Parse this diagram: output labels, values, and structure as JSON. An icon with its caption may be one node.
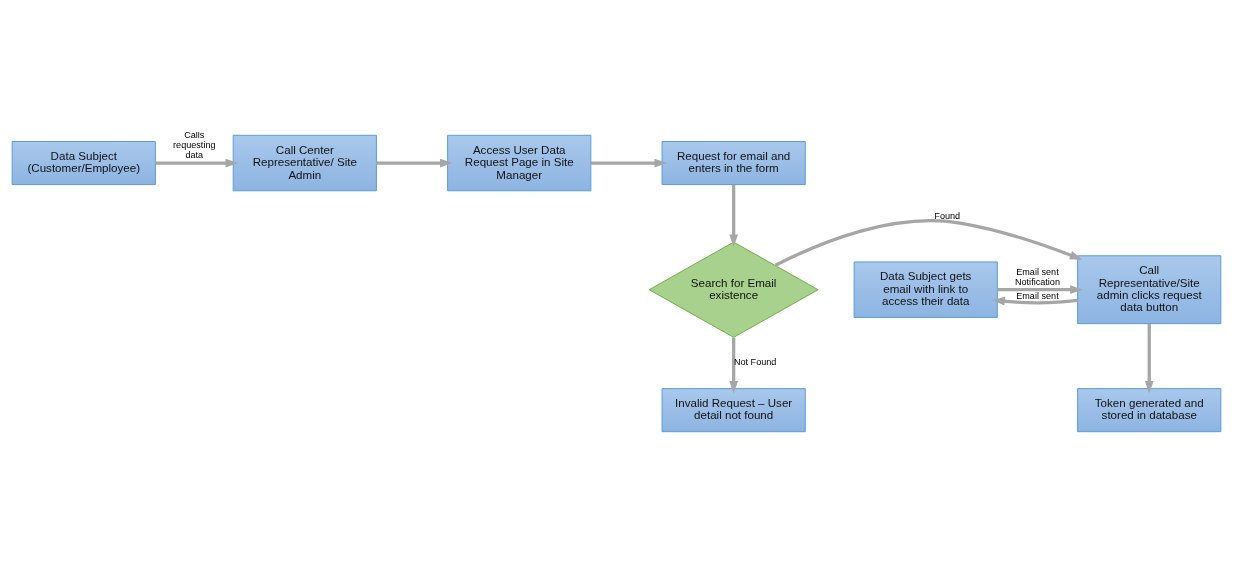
{
  "diagram": {
    "nodes": [
      {
        "text": [
          "Data Subject (Customer/Employee)"
        ]
      },
      {
        "text": [
          "Call Center Representative/ Site Admin"
        ]
      },
      {
        "text": [
          "Access User Data Request Page in Site Manager"
        ]
      },
      {
        "text": [
          "Request for email and enters in the form"
        ]
      },
      {
        "text": [
          "Search for Email existence"
        ]
      },
      {
        "text": [
          "Call Representative/Site admin clicks request data button"
        ]
      },
      {
        "text": [
          "Data Subject gets email with link to access their data"
        ]
      },
      {
        "text": [
          "Token generated and stored in database"
        ]
      },
      {
        "text": [
          "Invalid Request – User detail not found"
        ]
      }
    ],
    "edges": [
      {
        "from": 0,
        "to": 1,
        "arrow": "to",
        "label": "Calls requesting data"
      },
      {
        "from": 1,
        "to": 2,
        "arrow": "to"
      },
      {
        "from": 2,
        "to": 3,
        "arrow": "to"
      },
      {
        "from": 3,
        "to": 4,
        "arrow": "to"
      },
      {
        "from": 4,
        "to": 5,
        "arrow": "to",
        "label": "Found"
      },
      {
        "from": 5,
        "to": 6,
        "arrow": "to",
        "label": "Email sent"
      },
      {
        "from": 6,
        "to": 5,
        "arrow": "to",
        "label": "Email sent Notification"
      },
      {
        "from": 5,
        "to": 7,
        "arrow": "to"
      },
      {
        "from": 4,
        "to": 8,
        "arrow": "to",
        "label": "Not Found"
      }
    ]
  }
}
